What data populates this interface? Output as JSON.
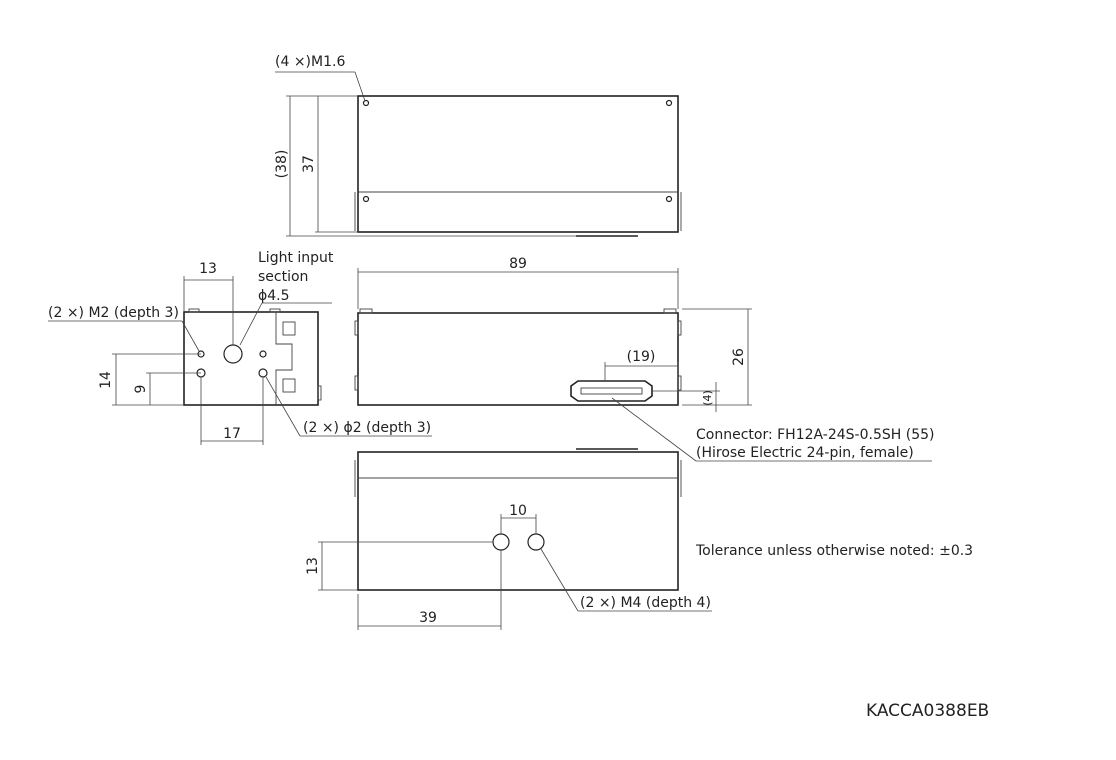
{
  "drawing": {
    "top_view": {
      "screw_note": "(4 ×)M1.6",
      "dim_outer_height": "(38)",
      "dim_height": "37"
    },
    "side_view": {
      "dim_width_offset": "13",
      "light_input_line1": "Light input",
      "light_input_line2": "section",
      "light_input_dia": "ϕ4.5",
      "m2_note": "(2 ×) M2 (depth 3)",
      "dim_14": "14",
      "dim_9": "9",
      "dim_17": "17",
      "phi2_note": "(2 ×) ϕ2 (depth 3)"
    },
    "front_view": {
      "dim_length": "89",
      "dim_height": "26",
      "dim_connector": "(19)",
      "dim_connector_offset": "(4)",
      "connector_line1": "Connector: FH12A-24S-0.5SH (55)",
      "connector_line2": "(Hirose Electric 24-pin, female)"
    },
    "bottom_view": {
      "dim_spacing": "10",
      "dim_13": "13",
      "dim_39": "39",
      "m4_note": "(2 ×) M4 (depth 4)"
    },
    "tolerance_note": "Tolerance unless otherwise noted: ±0.3",
    "drawing_code": "KACCA0388EB"
  }
}
